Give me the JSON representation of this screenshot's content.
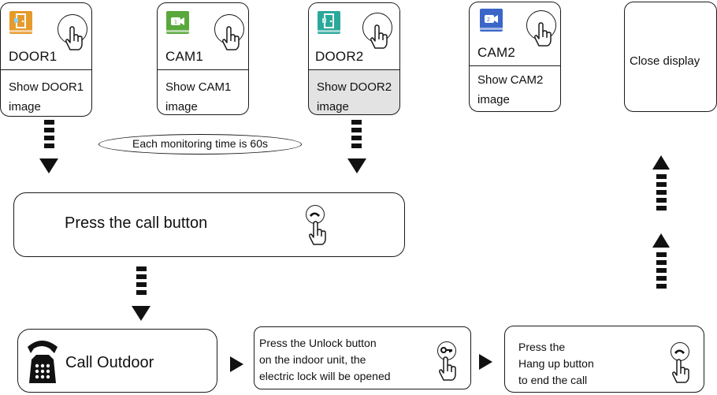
{
  "cards": [
    {
      "name": "DOOR1",
      "desc": "Show DOOR1 image",
      "shaded": false,
      "icon": "door-app-icon",
      "icon_color": "#e69a2a"
    },
    {
      "name": "CAM1",
      "desc": "Show  CAM1 image",
      "shaded": false,
      "icon": "camera-app-icon",
      "icon_color": "#5aa83c"
    },
    {
      "name": "DOOR2",
      "desc": "Show DOOR2 image",
      "shaded": true,
      "icon": "door-app-icon",
      "icon_color": "#2aa89a"
    },
    {
      "name": "CAM2",
      "desc": "Show CAM2 image",
      "shaded": false,
      "icon": "camera-app-icon",
      "icon_color": "#3a66c8"
    }
  ],
  "close_display": "Close display",
  "monitoring_note": "Each monitoring time is 60s",
  "call_button": "Press the call button",
  "call_outdoor": "Call Outdoor",
  "unlock_step": [
    "Press the Unlock button",
    "on the indoor unit, the",
    "electric lock will be opened"
  ],
  "hangup_step": [
    "Press the",
    "Hang up button",
    "to end the call"
  ]
}
